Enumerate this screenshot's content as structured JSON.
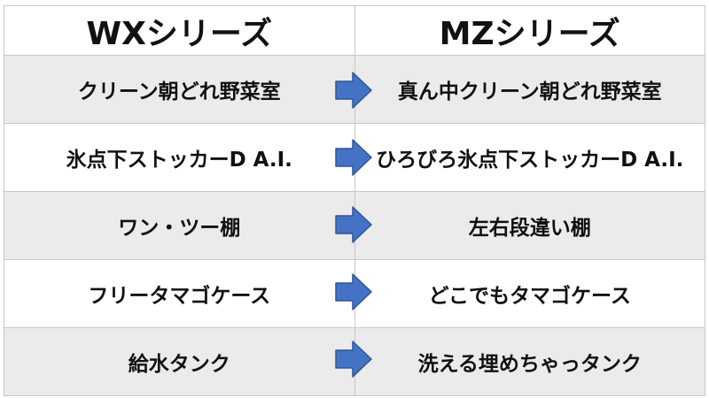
{
  "headers": {
    "left": "WXシリーズ",
    "right": "MZシリーズ"
  },
  "rows": [
    {
      "left": "クリーン朝どれ野菜室",
      "right": "真ん中クリーン朝どれ野菜室"
    },
    {
      "left": "氷点下ストッカーD A.I.",
      "right": "ひろびろ氷点下ストッカーD A.I."
    },
    {
      "left": "ワン・ツー棚",
      "right": "左右段違い棚"
    },
    {
      "left": "フリータマゴケース",
      "right": "どこでもタマゴケース"
    },
    {
      "left": "給水タンク",
      "right": "洗える埋めちゃっタンク"
    }
  ],
  "colors": {
    "arrow_fill": "#4472c4",
    "arrow_stroke": "#2f5597",
    "shaded_row": "#ebebeb",
    "border": "#c8c8c8"
  },
  "icons": {
    "arrow": "right-arrow-icon"
  }
}
